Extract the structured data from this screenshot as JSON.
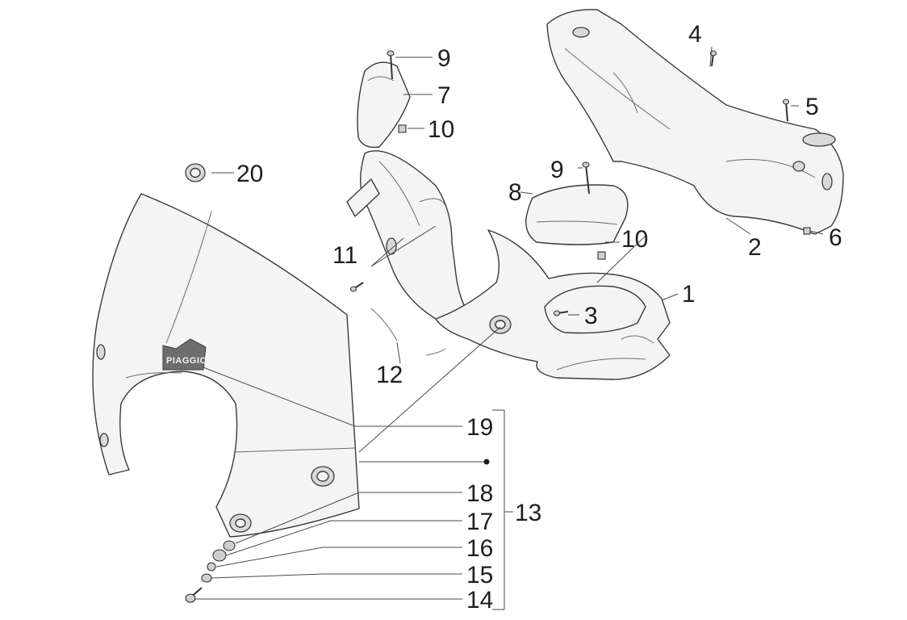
{
  "diagram": {
    "type": "exploded-parts-diagram",
    "colors": {
      "line": "#3a3a3a",
      "fill": "#f4f4f4",
      "text": "#1e1e1e"
    },
    "callouts": {
      "c1": "1",
      "c2": "2",
      "c3": "3",
      "c4": "4",
      "c5": "5",
      "c6": "6",
      "c7": "7",
      "c8": "8",
      "c9a": "9",
      "c9b": "9",
      "c10a": "10",
      "c10b": "10",
      "c11": "11",
      "c12": "12",
      "c13": "13",
      "c14": "14",
      "c15": "15",
      "c16": "16",
      "c17": "17",
      "c18": "18",
      "c19": "19",
      "c20": "20"
    },
    "windshield_logo": "PIAGGIO"
  }
}
